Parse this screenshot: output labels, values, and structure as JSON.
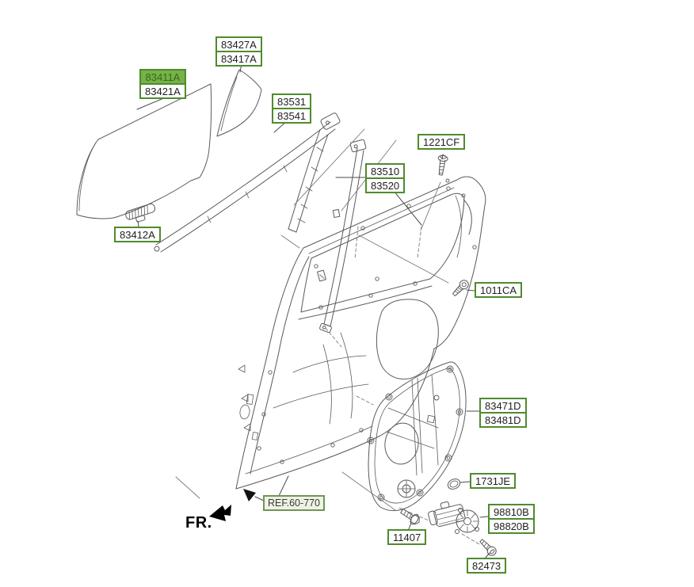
{
  "diagram": {
    "description": "Exploded parts diagram - rear door window glass and regulator",
    "colors": {
      "label_border": "#4f8b2d",
      "highlight_bg": "#78b14a",
      "highlight_text": "#2f6b15",
      "label_text": "#1f1f1f",
      "ref_bg": "#eef2e6",
      "ref_border": "#6f9655",
      "ref_text": "#3c3c36",
      "line_art": "#5a5a5a"
    },
    "part_labels": [
      {
        "id": "glass-run-upper",
        "rows": [
          "83427A",
          "83417A"
        ]
      },
      {
        "id": "door-glass",
        "rows": [
          "83411A",
          "83421A"
        ],
        "highlighted_row": 0
      },
      {
        "id": "glass-run",
        "rows": [
          "83531",
          "83541"
        ]
      },
      {
        "id": "screw-1221cf",
        "rows": [
          "1221CF"
        ]
      },
      {
        "id": "division-channel",
        "rows": [
          "83510",
          "83520"
        ]
      },
      {
        "id": "glass-clip",
        "rows": [
          "83412A"
        ]
      },
      {
        "id": "screw-1011ca",
        "rows": [
          "1011CA"
        ]
      },
      {
        "id": "regulator-module",
        "rows": [
          "83471D",
          "83481D"
        ]
      },
      {
        "id": "grommet",
        "rows": [
          "1731JE"
        ]
      },
      {
        "id": "window-motor",
        "rows": [
          "98810B",
          "98820B"
        ]
      },
      {
        "id": "bolt-11407",
        "rows": [
          "11407"
        ]
      },
      {
        "id": "screw-82473",
        "rows": [
          "82473"
        ]
      }
    ],
    "ref_label": "REF.60-770",
    "front_marker": "FR."
  }
}
